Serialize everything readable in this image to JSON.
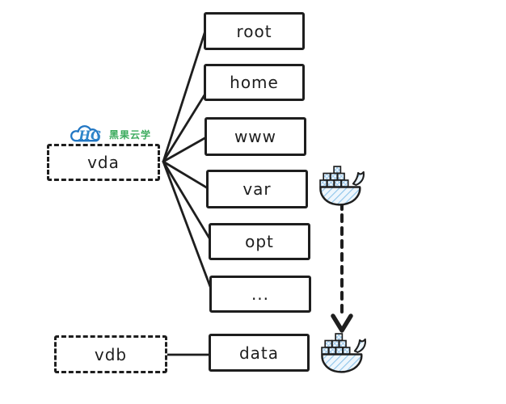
{
  "watermark": {
    "logo_letters": "HG",
    "brand": "黑果云学",
    "brand_color": "#3cab5e",
    "logo_color": "#2277c4"
  },
  "vda": {
    "label": "vda",
    "mounts": [
      "root",
      "home",
      "www",
      "var",
      "opt",
      "..."
    ]
  },
  "vdb": {
    "label": "vdb",
    "mounts": [
      "data"
    ]
  },
  "edges": [
    {
      "from": "vda",
      "to": "root",
      "style": "solid"
    },
    {
      "from": "vda",
      "to": "home",
      "style": "solid"
    },
    {
      "from": "vda",
      "to": "www",
      "style": "solid"
    },
    {
      "from": "vda",
      "to": "var",
      "style": "solid"
    },
    {
      "from": "vda",
      "to": "opt",
      "style": "solid"
    },
    {
      "from": "vda",
      "to": "...",
      "style": "solid"
    },
    {
      "from": "vdb",
      "to": "data",
      "style": "solid"
    },
    {
      "from": "docker-whale-top",
      "to": "docker-whale-bottom",
      "style": "dashed-arrow"
    }
  ],
  "icons": {
    "top": "docker-whale",
    "bottom": "docker-whale"
  },
  "colors": {
    "stroke": "#1e1e1e",
    "docker_outline": "#1e1e1e",
    "docker_hatch": "#8ec4ea",
    "docker_fill": "#eef6fd"
  }
}
